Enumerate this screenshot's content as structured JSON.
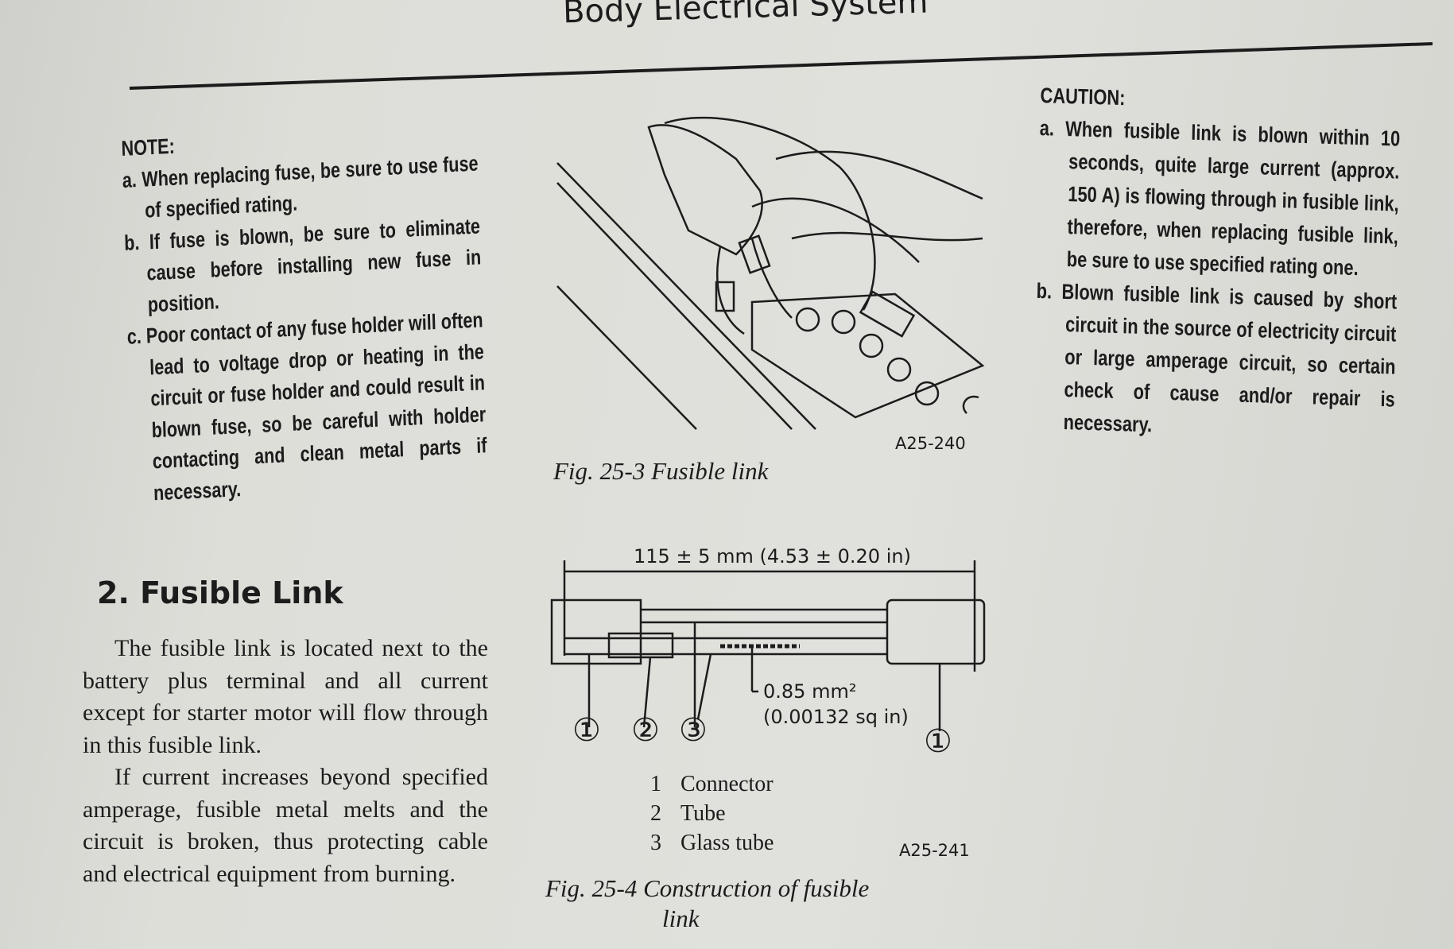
{
  "header": {
    "title": "Body Electrical System"
  },
  "note": {
    "heading": "NOTE:",
    "items": [
      "a. When replacing fuse, be sure to use fuse of specified rating.",
      "b. If fuse is blown, be sure to eliminate cause before installing new fuse in position.",
      "c. Poor contact of any fuse holder will often lead to voltage drop or heating in the circuit or fuse holder and could result in blown fuse, so be careful with holder contacting and clean metal parts if necessary."
    ]
  },
  "section": {
    "heading": "2. Fusible Link",
    "paragraphs": [
      "The fusible link is located next to the battery plus terminal and all current except for starter motor will flow through in this fusible link.",
      "If current increases beyond specified amperage, fusible metal melts and the circuit is broken, thus protecting cable and electrical equipment from burning."
    ]
  },
  "fig3": {
    "code": "A25-240",
    "caption": "Fig. 25-3  Fusible link"
  },
  "fig4": {
    "dimension": "115 ± 5 mm (4.53 ± 0.20 in)",
    "area_line1": "0.85 mm²",
    "area_line2": "(0.00132 sq in)",
    "callouts": [
      "①",
      "②",
      "③",
      "①"
    ],
    "legend": [
      {
        "num": "1",
        "label": "Connector"
      },
      {
        "num": "2",
        "label": "Tube"
      },
      {
        "num": "3",
        "label": "Glass tube"
      }
    ],
    "code": "A25-241",
    "caption_line1": "Fig. 25-4  Construction of fusible",
    "caption_line2": "link"
  },
  "caution": {
    "heading": "CAUTION:",
    "items": [
      "a. When fusible link is blown within 10 seconds, quite large current (approx. 150 A) is flowing through in fusible link, therefore, when replacing fusible link, be sure to use specified rating one.",
      "b. Blown fusible link is caused by short circuit in the source of electricity circuit or large amperage circuit, so certain check of cause and/or repair is necessary."
    ]
  }
}
